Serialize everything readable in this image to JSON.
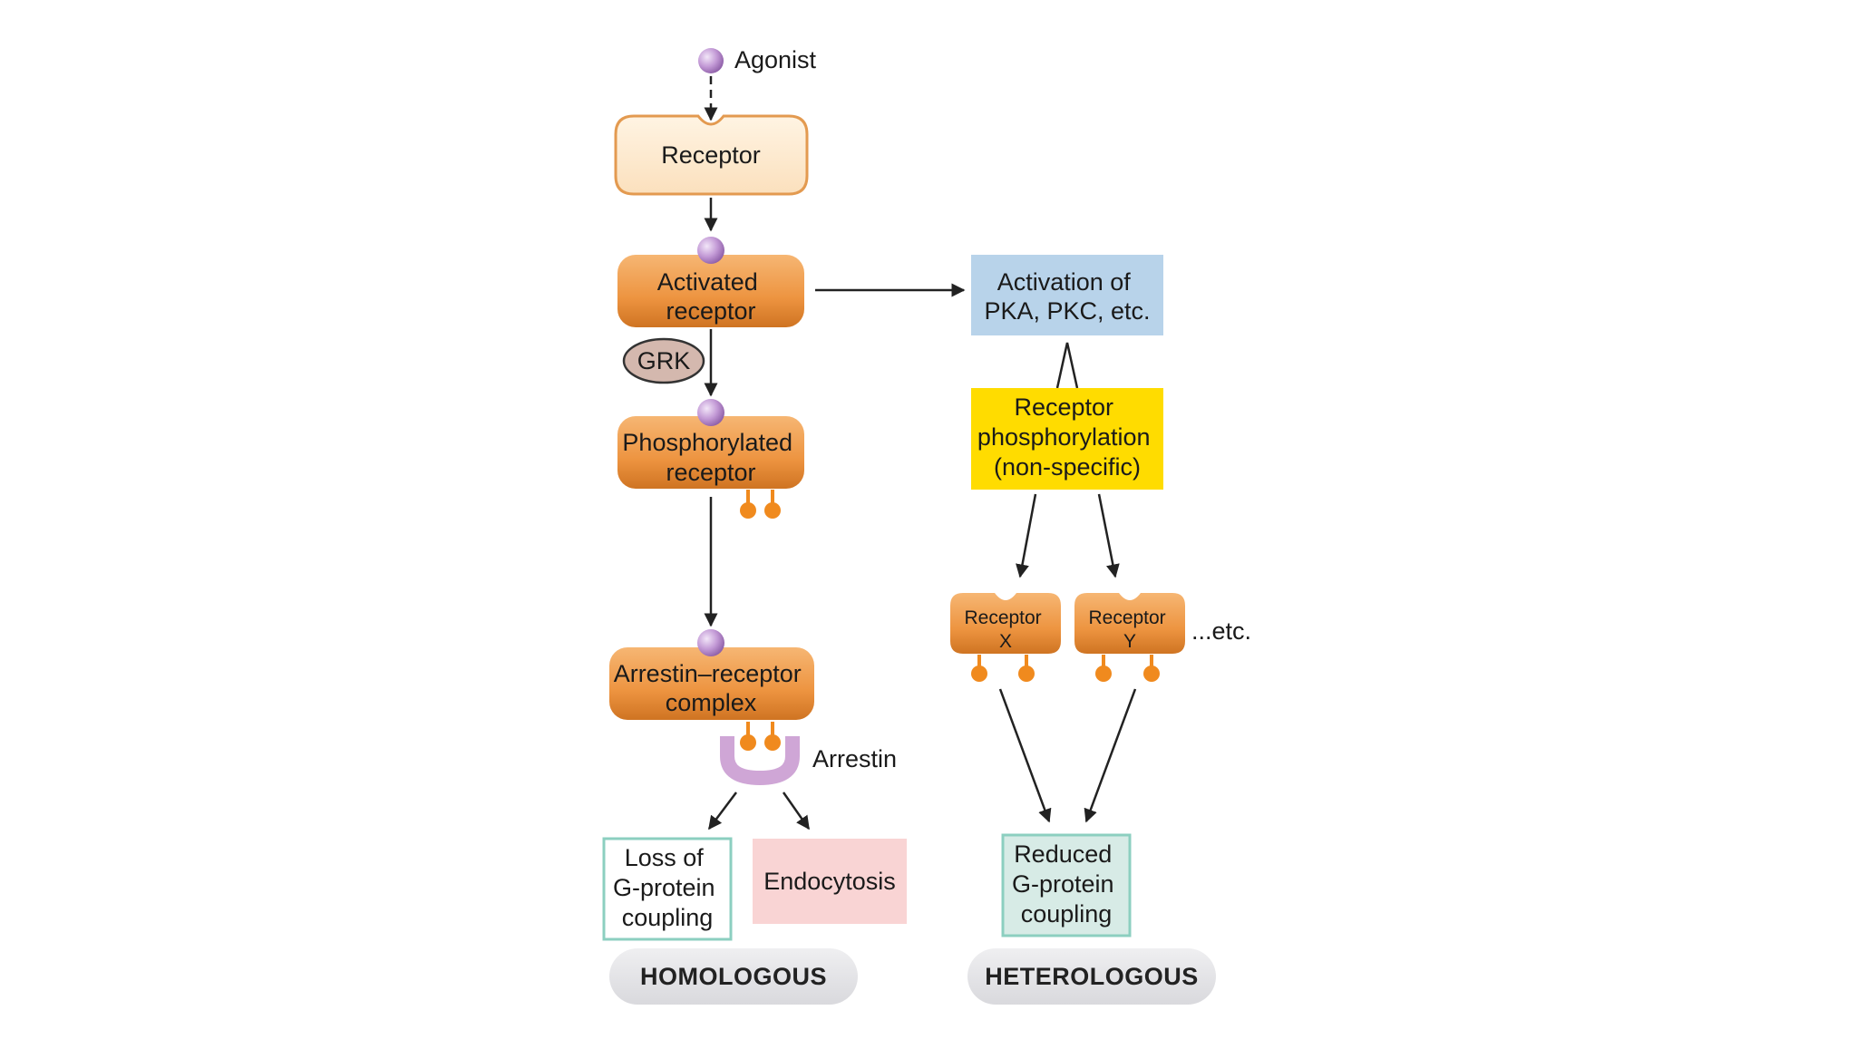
{
  "diagram": {
    "agonist_label": "Agonist",
    "receptor_label": "Receptor",
    "activated_receptor": [
      "Activated",
      "receptor"
    ],
    "grk_label": "GRK",
    "phosphorylated_receptor": [
      "Phosphorylated",
      "receptor"
    ],
    "arrestin_receptor_complex": [
      "Arrestin–receptor",
      "complex"
    ],
    "arrestin_label": "Arrestin",
    "loss_of_coupling": [
      "Loss of",
      "G-protein",
      "coupling"
    ],
    "endocytosis_label": "Endocytosis",
    "homologous_label": "HOMOLOGOUS",
    "kinase_activation": [
      "Activation of",
      "PKA, PKC, etc."
    ],
    "nonspecific_phosphorylation": [
      "Receptor",
      "phosphorylation",
      "(non-specific)"
    ],
    "receptor_x": [
      "Receptor",
      "X"
    ],
    "receptor_y": [
      "Receptor",
      "Y"
    ],
    "etc_label": "...etc.",
    "reduced_coupling": [
      "Reduced",
      "G-protein",
      "coupling"
    ],
    "heterologous_label": "HETEROLOGOUS"
  },
  "colors": {
    "receptor_fill": "#fde9cf",
    "receptor_stroke": "#e39a50",
    "active_receptor_fill": "#ef9d4d",
    "agonist_ball": "#c39ad6",
    "phosphate": "#f08a1e",
    "arrestin": "#cfa6d6",
    "grk_fill": "#d4b8ae",
    "kinase_box": "#b8d3ea",
    "nonspecific_box": "#ffdc00",
    "loss_box_stroke": "#8ccfc0",
    "endocytosis_box": "#f9d4d4",
    "reduced_box_fill": "#d7ebe6",
    "reduced_box_stroke": "#8ccfc0",
    "pill_fill": "#e6e6e8"
  }
}
